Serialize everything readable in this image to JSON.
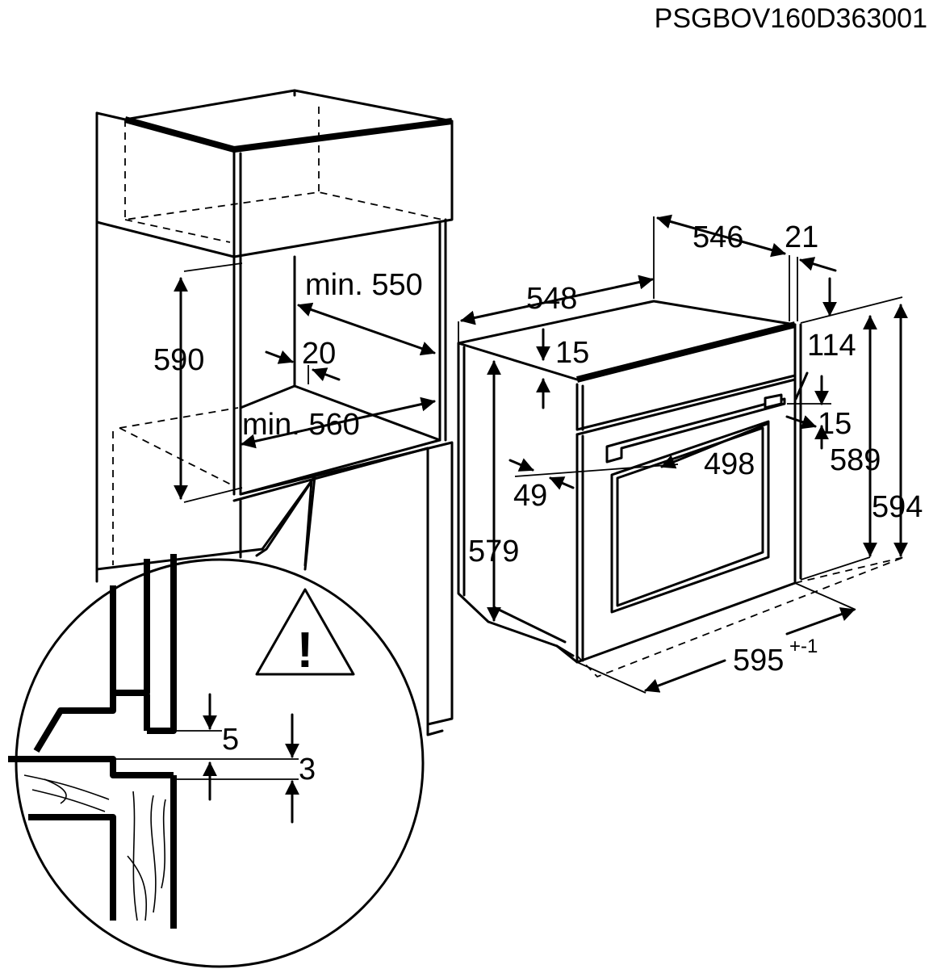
{
  "document_code": "PSGBOV160D363001",
  "cabinet": {
    "depth_label": "min. 550",
    "niche_height_label": "590",
    "gap_label": "20",
    "width_label": "min. 560"
  },
  "oven": {
    "depth_body_label": "546",
    "front_thickness_label": "21",
    "depth_total_label": "548",
    "top_offset_label": "15",
    "top_right_label": "114",
    "handle_gap_label": "15",
    "height_front_label": "589",
    "height_total_label": "594",
    "height_body_label": "579",
    "handle_length_label": "498",
    "handle_depth_label": "49",
    "width_label": "595",
    "width_tolerance": "+-1"
  },
  "detail": {
    "gap_top_label": "5",
    "gap_bottom_label": "3",
    "warning_symbol": "!"
  }
}
